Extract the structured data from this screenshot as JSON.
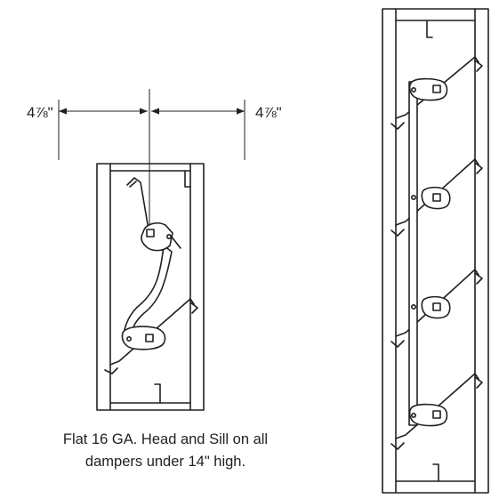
{
  "dimensions": {
    "left_label": "4⅞\"",
    "right_label": "4⅞\""
  },
  "caption": {
    "line1": "Flat 16 GA. Head and Sill on all",
    "line2": "dampers under 14\" high."
  }
}
